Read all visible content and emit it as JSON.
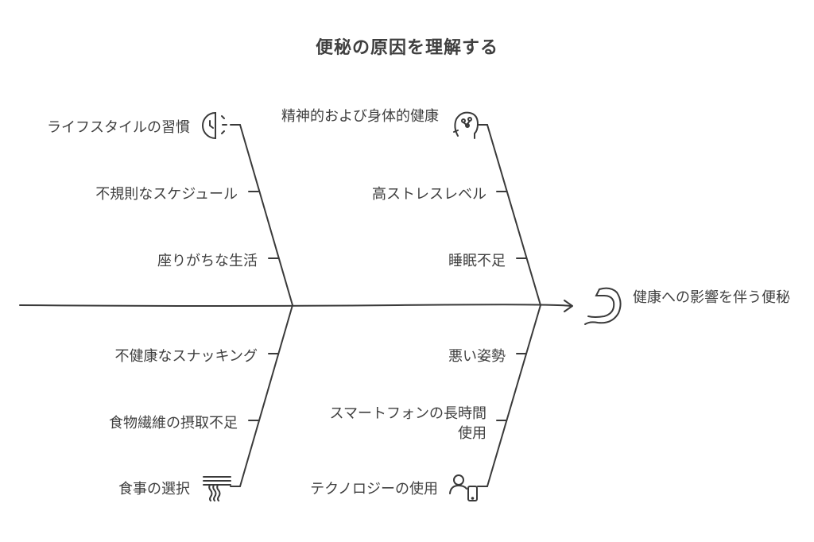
{
  "title": "便秘の原因を理解する",
  "effect": "健康への影響を伴う便秘",
  "categories": [
    {
      "name": "ライフスタイルの習慣",
      "icon": "half-clock-icon",
      "causes": [
        "不規則なスケジュール",
        "座りがちな生活"
      ]
    },
    {
      "name": "精神的および身体的健康",
      "icon": "brain-head-icon",
      "causes": [
        "高ストレスレベル",
        "睡眠不足"
      ]
    },
    {
      "name": "食事の選択",
      "icon": "noodles-icon",
      "causes": [
        "不健康なスナッキング",
        "食物繊維の摂取不足"
      ]
    },
    {
      "name": "テクノロジーの使用",
      "icon": "person-phone-icon",
      "causes": [
        "悪い姿勢",
        "スマートフォンの長時間使用"
      ]
    }
  ],
  "effect_icon": "stomach-icon",
  "colors": {
    "stroke": "#3a3a3a",
    "text": "#3f3f3f",
    "background": "#ffffff"
  }
}
